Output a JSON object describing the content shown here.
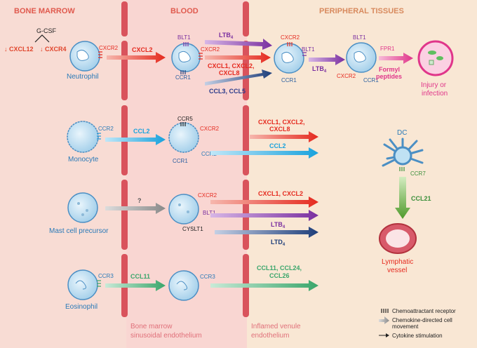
{
  "regions": {
    "bone_marrow": "BONE MARROW",
    "blood": "BLOOD",
    "peripheral": "PERIPHERAL TISSUES"
  },
  "barrier_labels": {
    "bm_line1": "Bone marrow",
    "bm_line2": "sinusoidal endothelium",
    "iv_line1": "Inflamed venule",
    "iv_line2": "endothelium"
  },
  "cells": {
    "neutrophil": "Neutrophil",
    "monocyte": "Monocyte",
    "mast": "Mast cell precursor",
    "eosinophil": "Eosinophil",
    "dc": "DC",
    "injury_l1": "Injury or",
    "injury_l2": "infection",
    "lymph_l1": "Lymphatic",
    "lymph_l2": "vessel"
  },
  "receptors": {
    "cxcr2": "CXCR2",
    "blt1": "BLT1",
    "ccr1": "CCR1",
    "fpr1": "FPR1",
    "ccr2": "CCR2",
    "ccr5": "CCR5",
    "cysltr1": "CYSLT1",
    "ccr3": "CCR3",
    "ccr7": "CCR7"
  },
  "bm": {
    "gcsf": "G-CSF",
    "cxcl12": "↓ CXCL12",
    "cxcr4": "↓ CXCR4"
  },
  "ligands": {
    "cxcl2": "CXCL2",
    "ltb4_a": "LTB",
    "cxcl128_l1": "CXCL1, CXCL2,",
    "cxcl128_l2": "CXCL8",
    "ccl35": "CCL3, CCL5",
    "ltb4_b": "LTB",
    "formyl_l1": "Formyl",
    "formyl_l2": "peptides",
    "ccl2": "CCL2",
    "mono_cxcl_l1": "CXCL1, CXCL2,",
    "mono_cxcl_l2": "CXCL8",
    "mono_ccl2": "CCL2",
    "q": "?",
    "mast_cxcl": "CXCL1, CXCL2",
    "mast_ltb4": "LTB",
    "mast_ltd4": "LTD",
    "ccl21": "CCL21",
    "ccl11": "CCL11",
    "eo_l1": "CCL11, CCL24,",
    "eo_l2": "CCL26",
    "sub4": "4"
  },
  "legend": {
    "receptor": "Chemoattractant receptor",
    "movement_l1": "Chemokine-directed cell",
    "movement_l2": "movement",
    "cytokine": "Cytokine stimulation"
  },
  "colors": {
    "bm_bg": "#f8dcd4",
    "blood_bg": "#f9d6d2",
    "peri_bg": "#f9e6d2",
    "barrier": "#d9535c",
    "cell": "#bfe1f3",
    "cell_edge": "#4b8fc4",
    "red": "#e52a1f",
    "purple": "#7a2fa0",
    "blue": "#19a2dd",
    "navy": "#1e3e7a",
    "green": "#3aa66b",
    "gray": "#8a8a8a",
    "magenta": "#e0368a",
    "label_blue": "#2a7ab8"
  }
}
